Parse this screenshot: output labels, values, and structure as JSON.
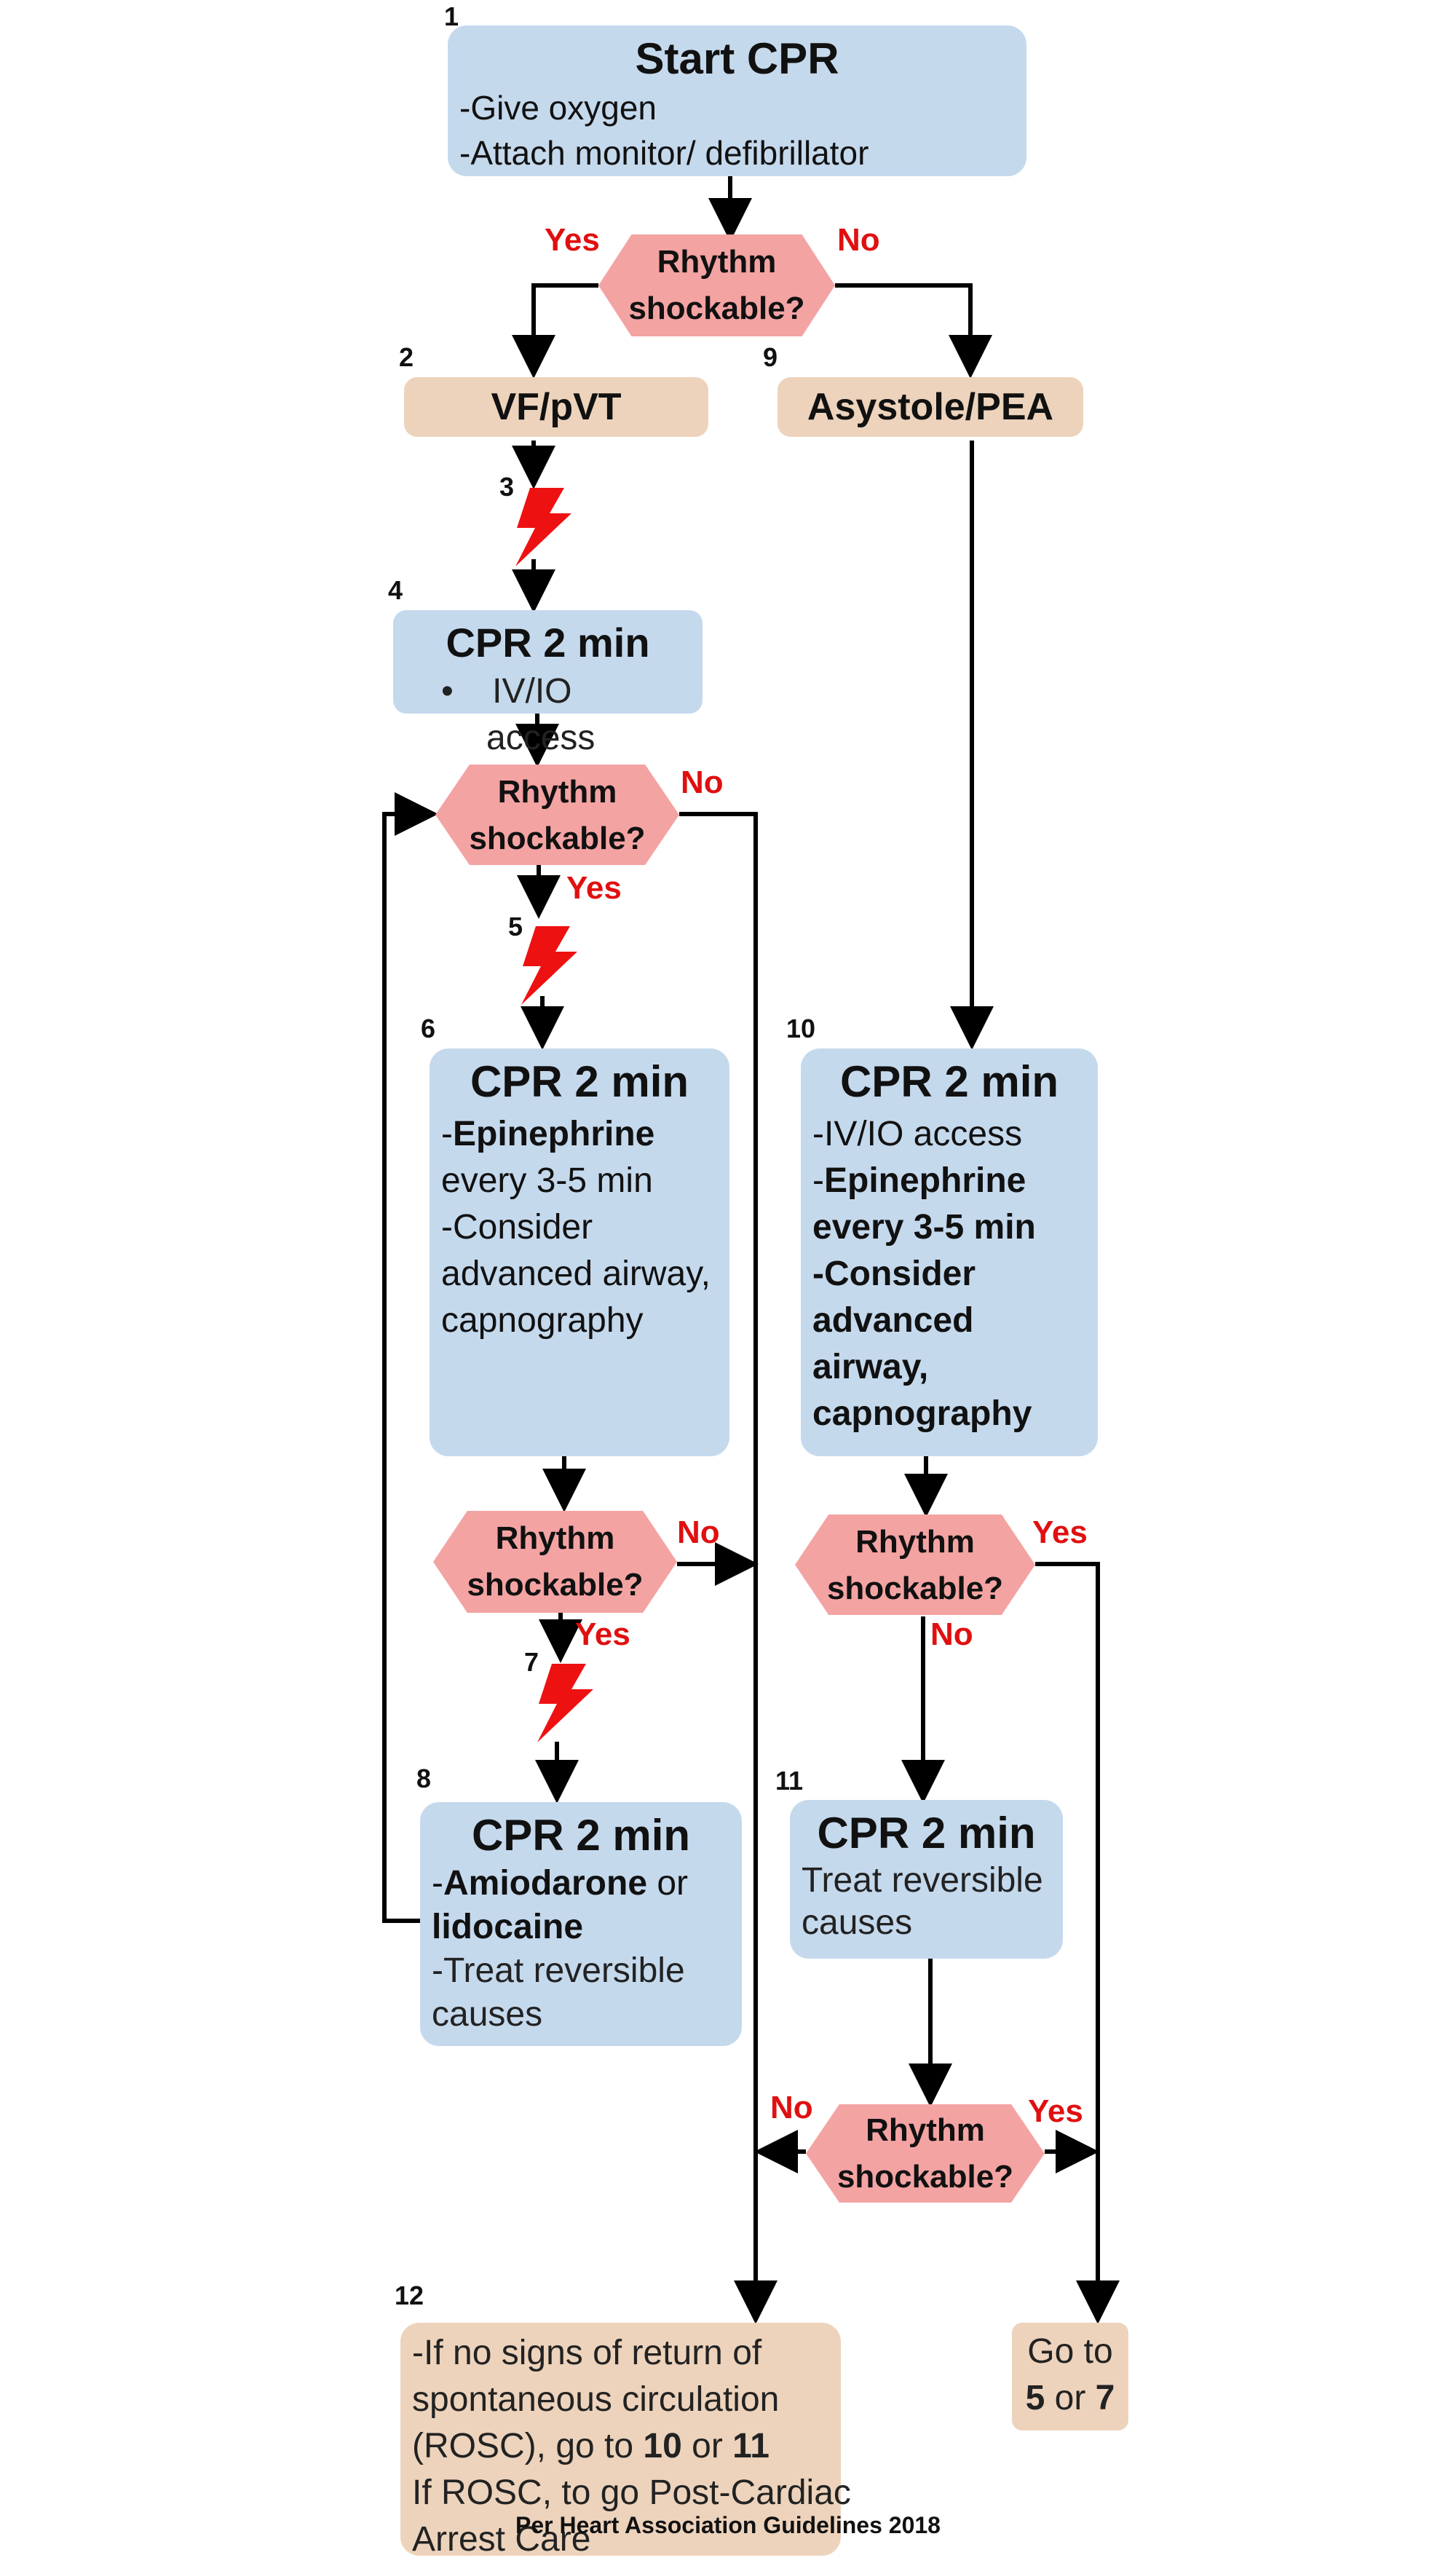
{
  "step_numbers": {
    "n1": "1",
    "n2": "2",
    "n3": "3",
    "n4": "4",
    "n5": "5",
    "n6": "6",
    "n7": "7",
    "n8": "8",
    "n9": "9",
    "n10": "10",
    "n11": "11",
    "n12": "12"
  },
  "start": {
    "title": "Start CPR",
    "line1": "-Give oxygen",
    "line2": "-Attach monitor/ defibrillator"
  },
  "decision_label": "Rhythm\nshockable?",
  "yes": "Yes",
  "no": "No",
  "vf": "VF/pVT",
  "asystole": "Asystole/PEA",
  "box4": {
    "title": "CPR 2 min",
    "bullet": "•",
    "l1": "IV/IO",
    "l2": "access"
  },
  "box6": {
    "title": "CPR 2 min",
    "dash1": "-",
    "epi": "Epinephrine",
    "l2": "every 3-5 min",
    "l3": "-Consider",
    "l4": "advanced airway,",
    "l5": "capnography"
  },
  "box10": {
    "title": "CPR 2 min",
    "l1": "-IV/IO access",
    "l2a": "-",
    "l2b": "Epinephrine",
    "l3": "every 3-5 min",
    "l4": "-Consider",
    "l5": "advanced",
    "l6": "airway,",
    "l7": "capnography"
  },
  "box8": {
    "title": "CPR 2 min",
    "dash": "-",
    "amio": "Amiodarone",
    "or": " or",
    "lido": "lidocaine",
    "l3": "-Treat reversible",
    "l4": "causes"
  },
  "box11": {
    "title": "CPR 2 min",
    "l1": "Treat reversible",
    "l2": "causes"
  },
  "box12": {
    "l1": "-If no signs of return of",
    "l2": "spontaneous circulation",
    "l3a": "(ROSC), go to ",
    "l3b": "10",
    "l3c": " or ",
    "l3d": "11",
    "l4": "If ROSC, to go Post-Cardiac",
    "l5": "Arrest Care"
  },
  "goto": {
    "l1": "Go to",
    "a": "5",
    "mid": " or ",
    "b": "7"
  },
  "credit": "Per Heart Association Guidelines 2018",
  "colors": {
    "box_blue": "#c5d9ed",
    "box_tan": "#edd3bc",
    "decision_pink": "#f4a3a3",
    "label_red": "#e01010",
    "shock_red": "#ee1111"
  }
}
